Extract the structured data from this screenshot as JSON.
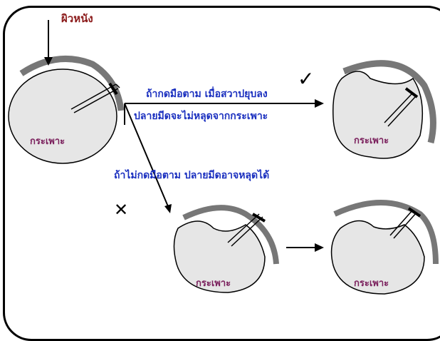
{
  "labels": {
    "skin": "ผิวหนัง",
    "stomach": "กระเพาะ",
    "press_line1": "ถ้ากดมือตาม เมื่อสวาปยุบลง",
    "press_line2": "ปลายมีดจะไม่หลุดจากกระเพาะ",
    "no_press": "ถ้าไม่กดมือตาม ปลายมีดอาจหลุดได้"
  },
  "symbols": {
    "correct": "✓",
    "wrong": "✕"
  },
  "colors": {
    "skin_text": "#8b1a1a",
    "stomach_text": "#7a1f5c",
    "note_text": "#1a2fbf",
    "organ_fill": "#e6e6e6",
    "skin_arc": "#777777"
  }
}
